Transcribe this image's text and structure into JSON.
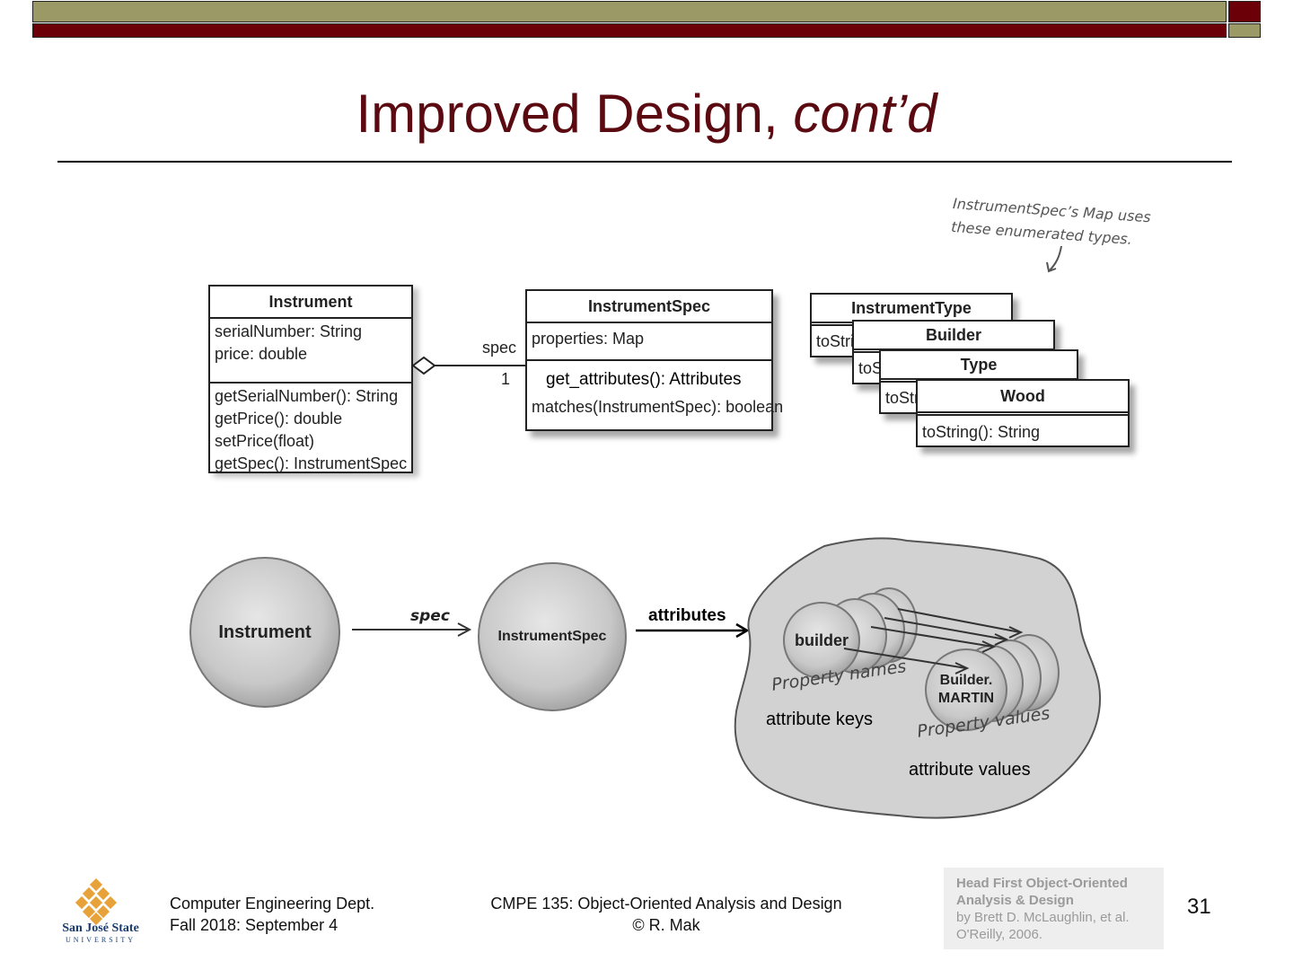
{
  "slide": {
    "title_main": "Improved Design, ",
    "title_italic": "cont’d",
    "page_number": "31"
  },
  "uml": {
    "instrument": {
      "name": "Instrument",
      "attributes": [
        "serialNumber: String",
        "price: double"
      ],
      "methods": [
        "getSerialNumber(): String",
        "getPrice(): double",
        "setPrice(float)",
        "getSpec(): InstrumentSpec"
      ]
    },
    "association": {
      "role": "spec",
      "multiplicity": "1"
    },
    "instrument_spec": {
      "name": "InstrumentSpec",
      "attributes": [
        "properties: Map"
      ],
      "methods": [
        "get_attributes(): Attributes",
        "matches(InstrumentSpec): boolean"
      ]
    },
    "enums": {
      "note": [
        "InstrumentSpec’s Map uses",
        "these enumerated types."
      ],
      "stack": [
        {
          "name": "InstrumentType",
          "method_partial": "toStri"
        },
        {
          "name": "Builder",
          "method_partial": "toS"
        },
        {
          "name": "Type",
          "method_partial": "toStr"
        },
        {
          "name": "Wood",
          "method": "toString(): String"
        }
      ]
    }
  },
  "object_diagram": {
    "instrument": "Instrument",
    "spec_arrow": "spec",
    "instrument_spec": "InstrumentSpec",
    "attributes_arrow": "attributes",
    "key_object": "builder",
    "value_object_line1": "Builder.",
    "value_object_line2": "MARTIN",
    "property_names": "Property names",
    "attribute_keys": "attribute keys",
    "property_values": "Property values",
    "attribute_values": "attribute values"
  },
  "footer": {
    "logo_line1": "San José State",
    "logo_line2": "UNIVERSITY",
    "dept_line1": "Computer Engineering Dept.",
    "dept_line2": "Fall 2018: September 4",
    "course_line1": "CMPE 135: Object-Oriented Analysis and Design",
    "course_line2": "© R. Mak",
    "credit_line1": "Head First Object-Oriented",
    "credit_line2": "Analysis & Design",
    "credit_line3": "by Brett D. McLaughlin, et al.",
    "credit_line4": "O'Reilly, 2006."
  },
  "colors": {
    "olive": "#9b9a67",
    "maroon": "#6b0009",
    "title": "#5a0a10"
  }
}
